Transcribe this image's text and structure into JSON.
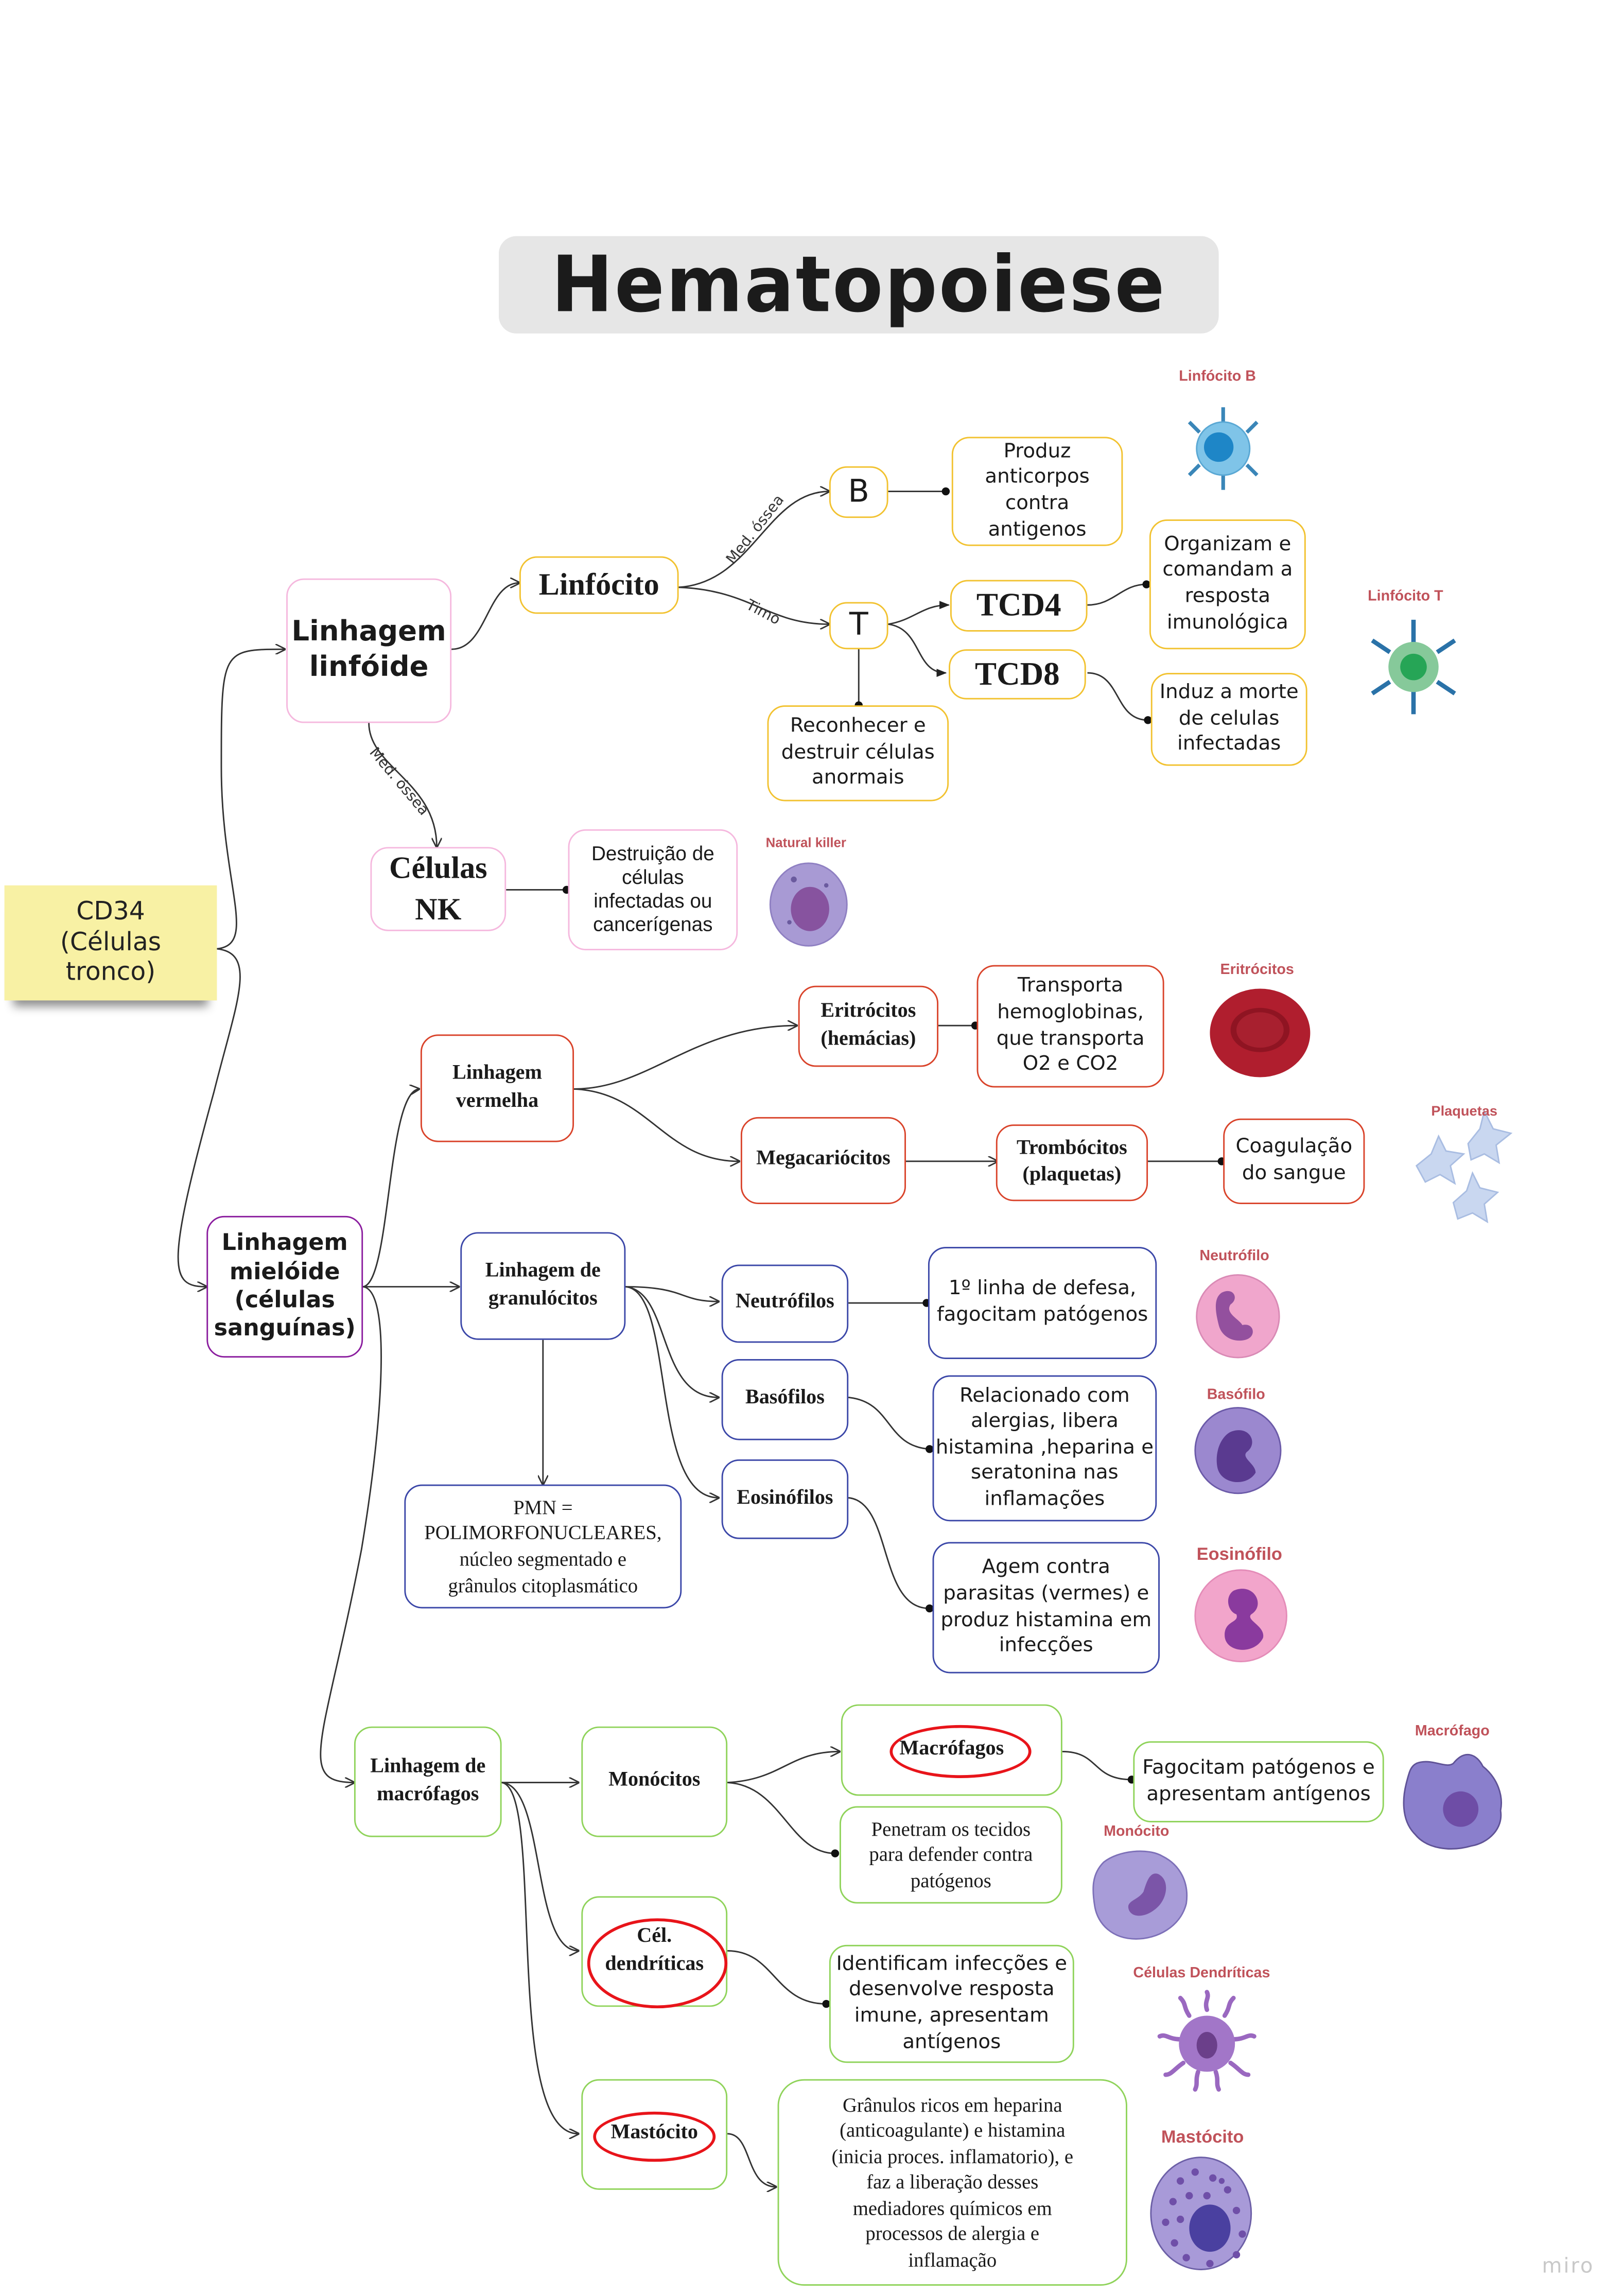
{
  "title": "Hematopoiese",
  "root": {
    "label": "CD34\n(Células\ntronco)"
  },
  "lymphoid": {
    "lineage": "Linhagem\nlinfóide",
    "lymphocyte": "Linfócito",
    "edge_bone_marrow_b": "Med. óssea",
    "edge_thymus": "Timo",
    "edge_bone_marrow_nk": "Med. óssea",
    "b": "B",
    "b_desc": "Produz\nanticorpos\ncontra antigenos",
    "t": "T",
    "t_desc": "Reconhecer e\ndestruir células\nanormais",
    "tcd4": "TCD4",
    "tcd4_desc": "Organizam e\ncomandam a\nresposta\nimunológica",
    "tcd8": "TCD8",
    "tcd8_desc": "Induz a morte\nde celulas\ninfectadas",
    "nk": "Células\nNK",
    "nk_desc": "Destruição de\ncélulas\ninfectadas ou\ncancerígenas"
  },
  "myeloid": {
    "lineage": "Linhagem\nmielóide\n(células\nsanguínas)",
    "red": {
      "lineage": "Linhagem\nvermelha",
      "erythrocytes": "Eritrócitos\n(hemácias)",
      "erythrocytes_desc": "Transporta\nhemoglobinas,\nque transporta\nO2 e CO2",
      "megakaryocytes": "Megacariócitos",
      "thrombocytes": "Trombócitos\n(plaquetas)",
      "thrombocytes_desc": "Coagulação\ndo sangue"
    },
    "granulocytes": {
      "lineage": "Linhagem de\ngranulócitos",
      "pmn": "PMN =\nPOLIMORFONUCLEARES,\nnúcleo segmentado e\ngrânulos citoplasmático",
      "neutrophils": "Neutrófilos",
      "neutrophils_desc": "1º linha de defesa,\nfagocitam patógenos",
      "basophils": "Basófilos",
      "basophils_desc": "Relacionado com\nalergias, libera\nhistamina ,heparina e\nseratonina nas\ninflamações",
      "eosinophils": "Eosinófilos",
      "eosinophils_desc": "Agem contra\nparasitas (vermes) e\nproduz histamina em\ninfecções"
    },
    "macrophages": {
      "lineage": "Linhagem de\nmacrófagos",
      "monocytes": "Monócitos",
      "macrophages": "Macrófagos",
      "macrophages_desc": "Fagocitam patógenos e\napresentam antígenos",
      "monocytes_desc": "Penetram os tecidos\npara defender contra\npatógenos",
      "dendritic": "Cél.\ndendríticas",
      "dendritic_desc": "Identificam infecções e\ndesenvolve resposta\nimune, apresentam\nantígenos",
      "mast": "Mastócito",
      "mast_desc": "Grânulos ricos em heparina\n(anticoagulante) e histamina\n(inicia proces. inflamatorio), e\nfaz a liberação desses\nmediadores químicos em\nprocessos de alergia e\ninflamação"
    }
  },
  "illustrations": {
    "b_cell": "Linfócito B",
    "t_cell": "Linfócito T",
    "nk_cell": "Natural killer",
    "erythrocyte": "Eritrócitos",
    "platelets": "Plaquetas",
    "neutrophil": "Neutrófilo",
    "basophil": "Basófilo",
    "eosinophil": "Eosinófilo",
    "macrophage": "Macrófago",
    "monocyte": "Monócito",
    "dendritic": "Células Dendríticas",
    "mast": "Mastócito"
  },
  "colors": {
    "lymphoid_border": "#f5b8de",
    "lymphocyte_border": "#f2c230",
    "red_border": "#d9432a",
    "granulocyte_border": "#3b47a8",
    "myeloid_border": "#8a1c9e",
    "macrophage_border": "#8fd35a",
    "highlight_ellipse": "#e8141a",
    "sticky_note": "#f8f1a4"
  },
  "watermark": "miro"
}
